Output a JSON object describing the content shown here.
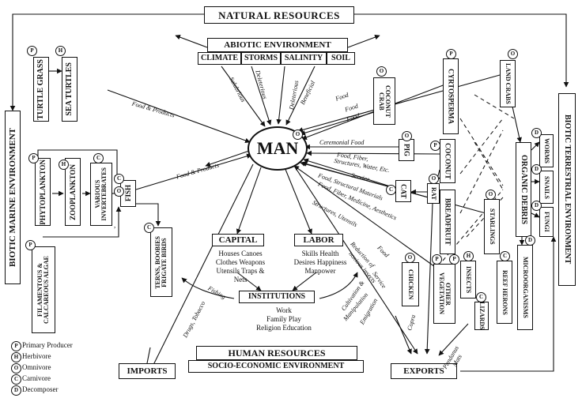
{
  "boxes": {
    "natural_resources": "NATURAL RESOURCES",
    "abiotic_environment": "ABIOTIC ENVIRONMENT",
    "climate": "CLIMATE",
    "storms": "STORMS",
    "salinity": "SALINITY",
    "soil": "SOIL",
    "man": "MAN",
    "capital": "CAPITAL",
    "labor": "LABOR",
    "institutions": "INSTITUTIONS",
    "human_resources": "HUMAN RESOURCES",
    "socio_economic": "SOCIO-ECONOMIC ENVIRONMENT",
    "imports": "IMPORTS",
    "exports": "EXPORTS",
    "biotic_marine": "BIOTIC MARINE ENVIRONMENT",
    "biotic_terrestrial": "BIOTIC TERRESTRIAL ENVIRONMENT",
    "turtle_grass": "TURTLE GRASS",
    "sea_turtles": "SEA TURTLES",
    "phytoplankton": "PHYTOPLANKTON",
    "zooplankton": "ZOOPLANKTON",
    "various_invertebrates": "VARIOUS\nINVERTEBRATES",
    "fish": "FISH",
    "filamentous_algae": "FILAMENTOUS &\nCALCAREOUS ALGAE",
    "terns": "TERNS, BOOBIES\nFRIGATE BIRDS",
    "coconut_crab": "COCONUT\nCRAB",
    "cyrtosperma": "CYRTOSPERMA",
    "land_crabs": "LAND CRABS",
    "pig": "PIG",
    "coconut": "COCONUT",
    "rat": "RAT",
    "cat": "CAT",
    "breadfruit": "BREADFRUIT",
    "starlings": "STARLINGS",
    "organic_debris": "ORGANIC DEBRIS",
    "worms": "WORMS",
    "snails": "SNAILS",
    "fungi": "FUNGI",
    "microorganisms": "MICROORGANISMS",
    "reef_herons": "REEF HERONS",
    "chicken": "CHICKEN",
    "other_vegetation": "OTHER\nVEGETATION",
    "insects": "INSECTS",
    "lizards": "LIZARDS"
  },
  "lists": {
    "capital": "Houses  Canoes\nClothes  Weapons\nUtensils  Traps &\nNets",
    "labor": "Skills  Health\nDesires  Happiness\nManpower",
    "institutions": "Work\nFamily      Play\nReligion   Education"
  },
  "flow_labels": {
    "salubrious": "Salubrious",
    "deleterious1": "Deleterious",
    "deleterious2": "Deleterious",
    "beneficial": "Beneficial",
    "food_top": "Food",
    "food_and_products_1": "Food & Products",
    "food_and_products_2": "Food & Products",
    "food_coconut_crab": "Food",
    "food_coconut_crab2": "Food",
    "ceremonial_food": "Ceremonial Food",
    "food_fiber": "Food, Fiber,",
    "structures_water": "Structures, Water, Etc.",
    "service": "Service",
    "food_structural": "Food, Structural Materials",
    "food_fiber_medicine": "Food, Fiber, Medicine, Aesthetics",
    "structures_utensils": "Structures, Utensils",
    "food2": "Food",
    "reduction": "Reduction of",
    "noxious": "noxious insects",
    "service2": "Service",
    "emigration": "Emigration",
    "cultivation": "Cultivation &",
    "manipulation": "Manipulation",
    "fishing": "Fishing",
    "drugs": "Drugs, Tobacco",
    "copra": "Copra",
    "pandanus": "Pandanus",
    "mats": "Mats"
  },
  "legend": [
    {
      "symbol": "P",
      "label": "Primary Producer"
    },
    {
      "symbol": "H",
      "label": "Herbivore"
    },
    {
      "symbol": "O",
      "label": "Omnivore"
    },
    {
      "symbol": "C",
      "label": "Carnivore"
    },
    {
      "symbol": "D",
      "label": "Decomposer"
    }
  ],
  "symbols": {
    "p": "P",
    "h": "H",
    "o": "O",
    "c": "C",
    "d": "D",
    "comma": ","
  }
}
